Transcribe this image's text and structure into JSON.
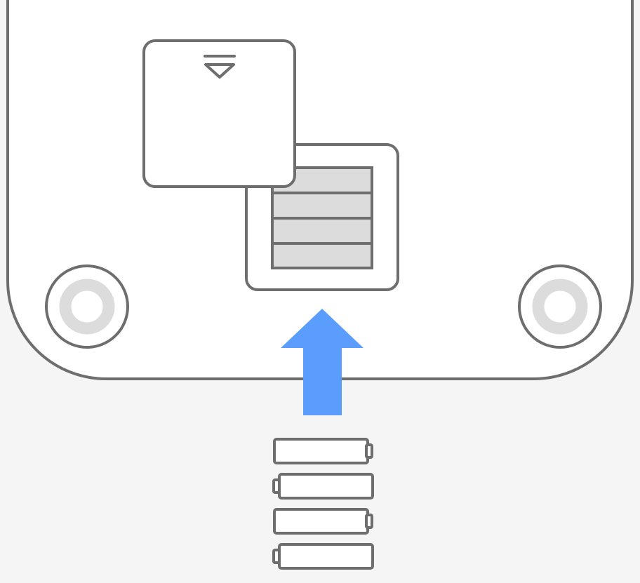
{
  "colors": {
    "background": "#f5f5f5",
    "device_fill": "#ffffff",
    "outline": "#6e6e6e",
    "cell_fill": "#dcdcdc",
    "arrow": "#5b9dfd"
  },
  "icons": {
    "cover_mark": "open-triangle-icon",
    "insert_direction": "arrow-up-icon",
    "loose_batteries": "battery-icon"
  },
  "battery_compartment": {
    "installed_cells": 4
  },
  "loose_batteries": {
    "count": 4,
    "terminal_sides": [
      "right",
      "left",
      "right",
      "left"
    ]
  },
  "feet": {
    "count": 2
  }
}
